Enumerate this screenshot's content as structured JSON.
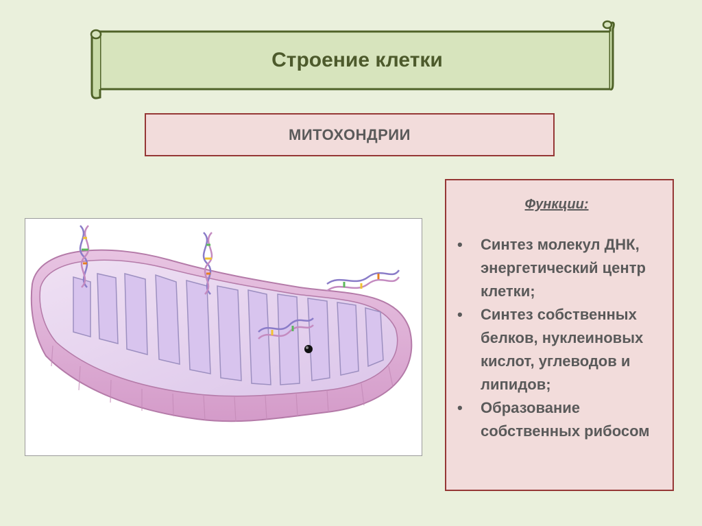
{
  "slide": {
    "title": "Строение клетки",
    "subtitle": "МИТОХОНДРИИ",
    "functions": {
      "heading": "Функции:",
      "items": [
        "Синтез молекул ДНК, энергетический центр клетки;",
        "Синтез собственных белков, нуклеиновых кислот, углеводов и липидов;",
        "Образование собственных рибосом"
      ]
    }
  },
  "colors": {
    "background": "#eaf0dc",
    "banner_fill": "#d7e4bd",
    "banner_stroke": "#4f6228",
    "box_fill": "#f2dcdb",
    "box_border": "#953735",
    "membrane": "#e6b8dc"
  },
  "image": {
    "subject": "mitochondrion-illustration"
  }
}
